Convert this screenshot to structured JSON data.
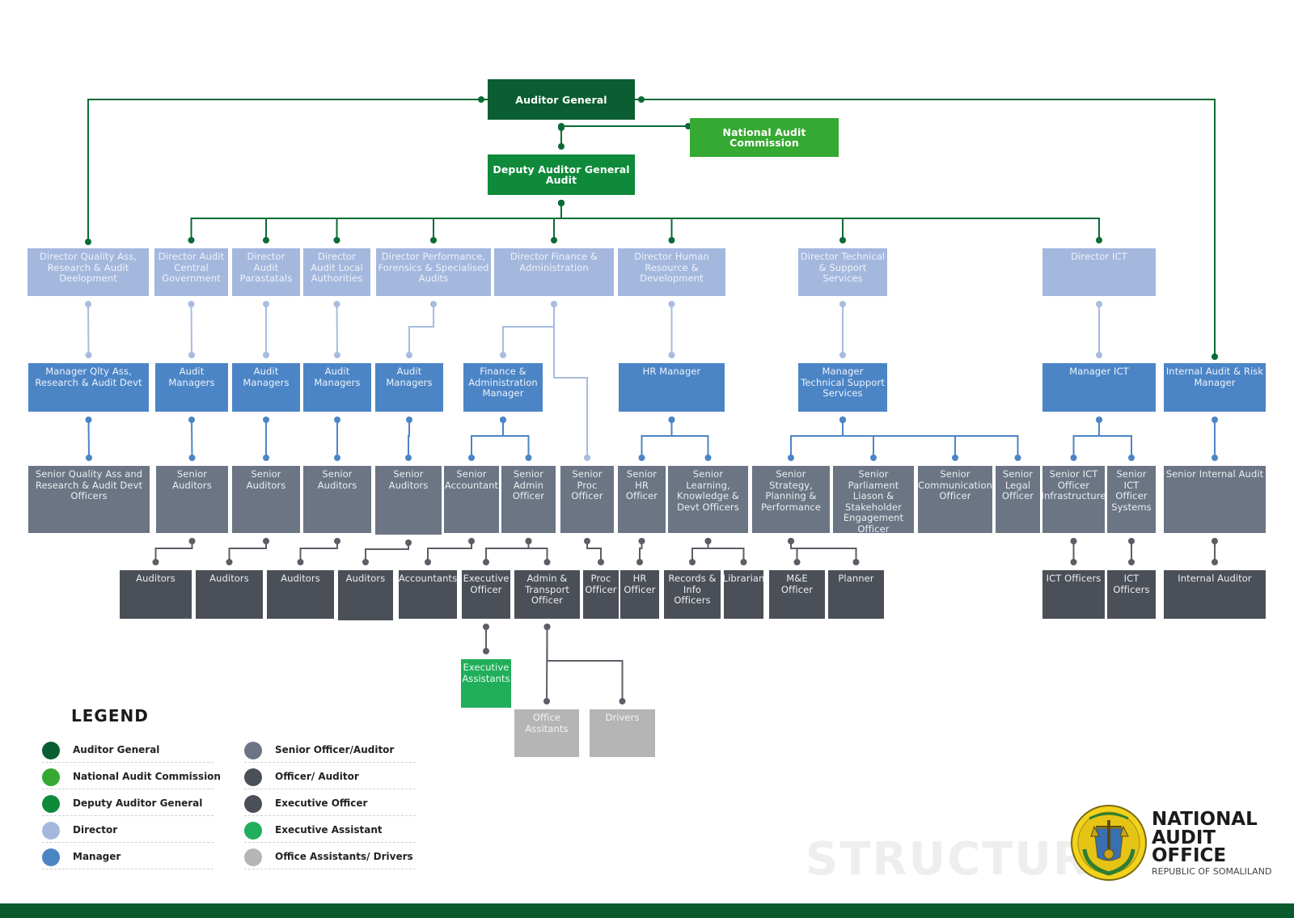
{
  "colors": {
    "auditor_general": "#0a5e31",
    "commission": "#35a932",
    "deputy": "#0e8a3a",
    "director": "#a4b8de",
    "manager": "#4c85c6",
    "senior": "#6b7584",
    "officer": "#4b5058",
    "exec_assistant": "#20ae5b",
    "office_assistant": "#b5b5b5",
    "line_green": "#0a6b34",
    "line_director": "#a8bcdf",
    "line_manager": "#4c85c6",
    "line_dark": "#5a5f66"
  },
  "nodes": [
    {
      "id": "ag",
      "label": "Auditor General",
      "level": "auditor_general"
    },
    {
      "id": "nac",
      "label": "National Audit Commission",
      "level": "commission"
    },
    {
      "id": "dag",
      "label": "Deputy Auditor General Audit",
      "level": "deputy"
    },
    {
      "id": "d1",
      "label": "Director Quality Ass, Research & Audit Deelopment",
      "level": "director"
    },
    {
      "id": "d2",
      "label": "Director Audit Central Government",
      "level": "director"
    },
    {
      "id": "d3",
      "label": "Director Audit Parastatals",
      "level": "director"
    },
    {
      "id": "d4",
      "label": "Director Audit Local Authorities",
      "level": "director"
    },
    {
      "id": "d5",
      "label": "Director Performance, Forensics & Specialised Audits",
      "level": "director"
    },
    {
      "id": "d6",
      "label": "Director Finance & Administration",
      "level": "director"
    },
    {
      "id": "d7",
      "label": "Director Human Resource & Development",
      "level": "director"
    },
    {
      "id": "d8",
      "label": "Director Technical & Support Services",
      "level": "director"
    },
    {
      "id": "d9",
      "label": "Director ICT",
      "level": "director"
    },
    {
      "id": "m1",
      "label": "Manager Qlty Ass, Research & Audit Devt",
      "level": "manager"
    },
    {
      "id": "m2",
      "label": "Audit Managers",
      "level": "manager"
    },
    {
      "id": "m3",
      "label": "Audit Managers",
      "level": "manager"
    },
    {
      "id": "m4",
      "label": "Audit Managers",
      "level": "manager"
    },
    {
      "id": "m5",
      "label": "Audit Managers",
      "level": "manager"
    },
    {
      "id": "m6",
      "label": "Finance & Administration Manager",
      "level": "manager"
    },
    {
      "id": "m7",
      "label": "HR Manager",
      "level": "manager"
    },
    {
      "id": "m8",
      "label": "Manager Technical Support Services",
      "level": "manager"
    },
    {
      "id": "m9",
      "label": "Manager ICT",
      "level": "manager"
    },
    {
      "id": "m10",
      "label": "Internal Audit & Risk Manager",
      "level": "manager"
    },
    {
      "id": "s1",
      "label": "Senior Quality Ass and Research & Audit Devt Officers",
      "level": "senior"
    },
    {
      "id": "s2",
      "label": "Senior Auditors",
      "level": "senior"
    },
    {
      "id": "s3",
      "label": "Senior Auditors",
      "level": "senior"
    },
    {
      "id": "s4",
      "label": "Senior Auditors",
      "level": "senior"
    },
    {
      "id": "s5",
      "label": "Senior Auditors",
      "level": "senior"
    },
    {
      "id": "s6",
      "label": "Senior Accountant",
      "level": "senior"
    },
    {
      "id": "s7",
      "label": "Senior Admin Officer",
      "level": "senior"
    },
    {
      "id": "s8",
      "label": "Senior Proc Officer",
      "level": "senior"
    },
    {
      "id": "s9",
      "label": "Senior HR Officer",
      "level": "senior"
    },
    {
      "id": "s10",
      "label": "Senior Learning, Knowledge & Devt Officers",
      "level": "senior"
    },
    {
      "id": "s11",
      "label": "Senior Strategy, Planning & Performance",
      "level": "senior"
    },
    {
      "id": "s12",
      "label": "Senior Parliament Liason & Stakeholder Engagement Officer",
      "level": "senior"
    },
    {
      "id": "s13",
      "label": "Senior Communication Officer",
      "level": "senior"
    },
    {
      "id": "s14",
      "label": "Senior Legal Officer",
      "level": "senior"
    },
    {
      "id": "s15",
      "label": "Senior ICT Officer Infrastructure",
      "level": "senior"
    },
    {
      "id": "s16",
      "label": "Senior ICT Officer Systems",
      "level": "senior"
    },
    {
      "id": "s17",
      "label": "Senior Internal Audit",
      "level": "senior"
    },
    {
      "id": "o1",
      "label": "Auditors",
      "level": "officer"
    },
    {
      "id": "o2",
      "label": "Auditors",
      "level": "officer"
    },
    {
      "id": "o3",
      "label": "Auditors",
      "level": "officer"
    },
    {
      "id": "o4",
      "label": "Auditors",
      "level": "officer"
    },
    {
      "id": "o5",
      "label": "Accountants",
      "level": "officer"
    },
    {
      "id": "o6",
      "label": "Executive Officer",
      "level": "officer"
    },
    {
      "id": "o7",
      "label": "Admin & Transport Officer",
      "level": "officer"
    },
    {
      "id": "o8",
      "label": "Proc Officer",
      "level": "officer"
    },
    {
      "id": "o9",
      "label": "HR Officer",
      "level": "officer"
    },
    {
      "id": "o10",
      "label": "Records & Info Officers",
      "level": "officer"
    },
    {
      "id": "o11",
      "label": "Librarian",
      "level": "officer"
    },
    {
      "id": "o12",
      "label": "M&E Officer",
      "level": "officer"
    },
    {
      "id": "o13",
      "label": "Planner",
      "level": "officer"
    },
    {
      "id": "o14",
      "label": "ICT Officers",
      "level": "officer"
    },
    {
      "id": "o15",
      "label": "ICT Officers",
      "level": "officer"
    },
    {
      "id": "o16",
      "label": "Internal Auditor",
      "level": "officer"
    },
    {
      "id": "ea",
      "label": "Executive Assistants",
      "level": "exec_assistant"
    },
    {
      "id": "oa",
      "label": "Office Assitants",
      "level": "office_assistant"
    },
    {
      "id": "dr",
      "label": "Drivers",
      "level": "office_assistant"
    }
  ],
  "edges": [
    [
      "ag",
      "nac"
    ],
    [
      "ag",
      "dag"
    ],
    [
      "ag",
      "d1"
    ],
    [
      "ag",
      "m10"
    ],
    [
      "dag",
      "d2"
    ],
    [
      "dag",
      "d3"
    ],
    [
      "dag",
      "d4"
    ],
    [
      "dag",
      "d5"
    ],
    [
      "dag",
      "d6"
    ],
    [
      "dag",
      "d7"
    ],
    [
      "dag",
      "d8"
    ],
    [
      "dag",
      "d9"
    ],
    [
      "d1",
      "m1"
    ],
    [
      "d2",
      "m2"
    ],
    [
      "d3",
      "m3"
    ],
    [
      "d4",
      "m4"
    ],
    [
      "d5",
      "m5"
    ],
    [
      "d6",
      "m6"
    ],
    [
      "d6",
      "s8"
    ],
    [
      "d7",
      "m7"
    ],
    [
      "d8",
      "m8"
    ],
    [
      "d9",
      "m9"
    ],
    [
      "m1",
      "s1"
    ],
    [
      "m2",
      "s2"
    ],
    [
      "m3",
      "s3"
    ],
    [
      "m4",
      "s4"
    ],
    [
      "m5",
      "s5"
    ],
    [
      "m6",
      "s6"
    ],
    [
      "m6",
      "s7"
    ],
    [
      "m7",
      "s9"
    ],
    [
      "m7",
      "s10"
    ],
    [
      "m8",
      "s11"
    ],
    [
      "m8",
      "s12"
    ],
    [
      "m8",
      "s13"
    ],
    [
      "m8",
      "s14"
    ],
    [
      "m9",
      "s15"
    ],
    [
      "m9",
      "s16"
    ],
    [
      "m10",
      "s17"
    ],
    [
      "s2",
      "o1"
    ],
    [
      "s3",
      "o2"
    ],
    [
      "s4",
      "o3"
    ],
    [
      "s5",
      "o4"
    ],
    [
      "s6",
      "o5"
    ],
    [
      "s7",
      "o6"
    ],
    [
      "s7",
      "o7"
    ],
    [
      "s8",
      "o8"
    ],
    [
      "s9",
      "o9"
    ],
    [
      "s10",
      "o10"
    ],
    [
      "s10",
      "o11"
    ],
    [
      "s11",
      "o12"
    ],
    [
      "s11",
      "o13"
    ],
    [
      "s15",
      "o14"
    ],
    [
      "s16",
      "o15"
    ],
    [
      "s17",
      "o16"
    ],
    [
      "o6",
      "ea"
    ],
    [
      "o7",
      "oa"
    ],
    [
      "o7",
      "dr"
    ]
  ],
  "legend": {
    "title": "LEGEND",
    "items": [
      {
        "label": "Auditor General",
        "color": "#0a5e31"
      },
      {
        "label": "National Audit Commission",
        "color": "#35a932"
      },
      {
        "label": "Deputy Auditor General",
        "color": "#0e8a3a"
      },
      {
        "label": "Director",
        "color": "#a4b8de"
      },
      {
        "label": "Manager",
        "color": "#4c85c6"
      },
      {
        "label": "Senior Officer/Auditor",
        "color": "#6b7584"
      },
      {
        "label": "Officer/ Auditor",
        "color": "#4b5058"
      },
      {
        "label": "Executive Officer",
        "color": "#4b5058"
      },
      {
        "label": "Executive Assistant",
        "color": "#20ae5b"
      },
      {
        "label": "Office Assistants/ Drivers",
        "color": "#b5b5b5"
      }
    ]
  },
  "watermark": "STRUCTURE",
  "branding": {
    "name_line1": "NATIONAL",
    "name_line2": "AUDIT",
    "name_line3": "OFFICE",
    "subtitle": "REPUBLIC OF SOMALILAND",
    "seal_icon": "somaliland-coat-of-arms-seal"
  }
}
